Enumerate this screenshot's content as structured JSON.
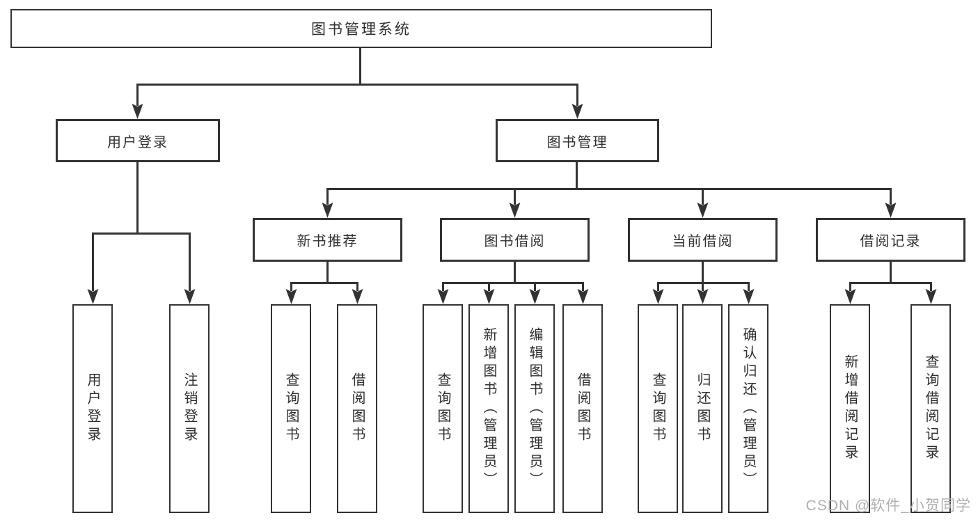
{
  "tree": {
    "root": "图书管理系统",
    "l2": [
      "用户登录",
      "图书管理"
    ],
    "l3": [
      "新书推荐",
      "图书借阅",
      "当前借阅",
      "借阅记录"
    ],
    "leaves_user": [
      "用户登录",
      "注销登录"
    ],
    "leaves_recommend": [
      "查询图书",
      "借阅图书"
    ],
    "leaves_borrow": [
      "查询图书",
      "新增图书（管理员）",
      "编辑图书（管理员）",
      "借阅图书"
    ],
    "leaves_current": [
      "查询图书",
      "归还图书",
      "确认归还（管理员）"
    ],
    "leaves_records": [
      "新增借阅记录",
      "查询借阅记录"
    ]
  },
  "watermark": "CSDN @软件_小贺同学",
  "colors": {
    "line": "#333333",
    "text": "#2f2f2f",
    "watermark": "#b0b0b0",
    "background": "#ffffff"
  }
}
